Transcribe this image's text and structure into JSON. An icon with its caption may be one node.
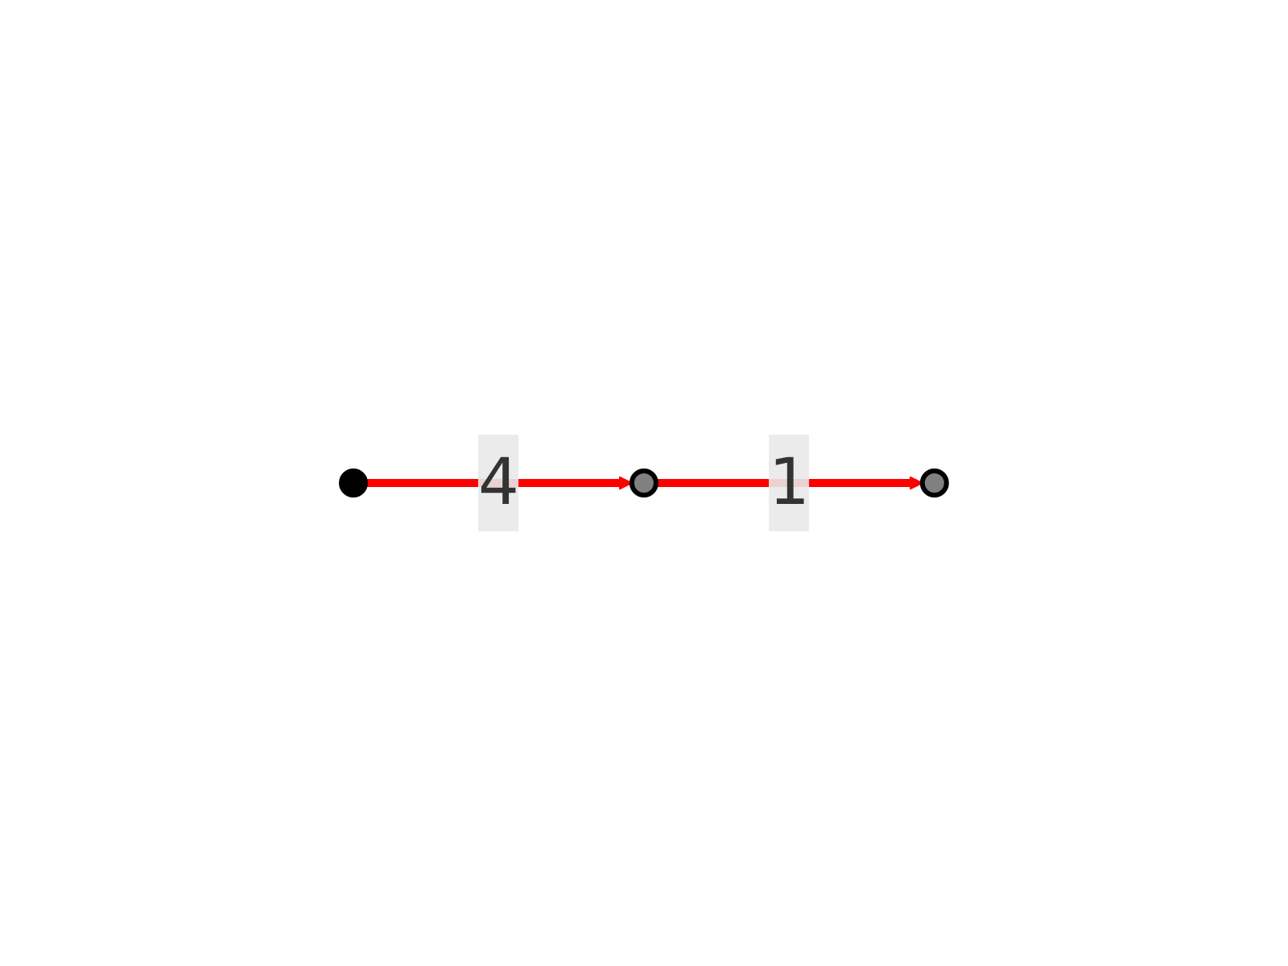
{
  "diagram": {
    "nodes": [
      {
        "text": [],
        "shape": "circle"
      },
      {
        "text": [],
        "shape": "circle"
      },
      {
        "text": [],
        "shape": "circle"
      }
    ],
    "edges": [
      {
        "from": 0,
        "to": 1,
        "arrow": "to",
        "label": "4",
        "color": "#ff0000"
      },
      {
        "from": 1,
        "to": 2,
        "arrow": "to",
        "label": "1",
        "color": "#ff0000"
      }
    ]
  }
}
